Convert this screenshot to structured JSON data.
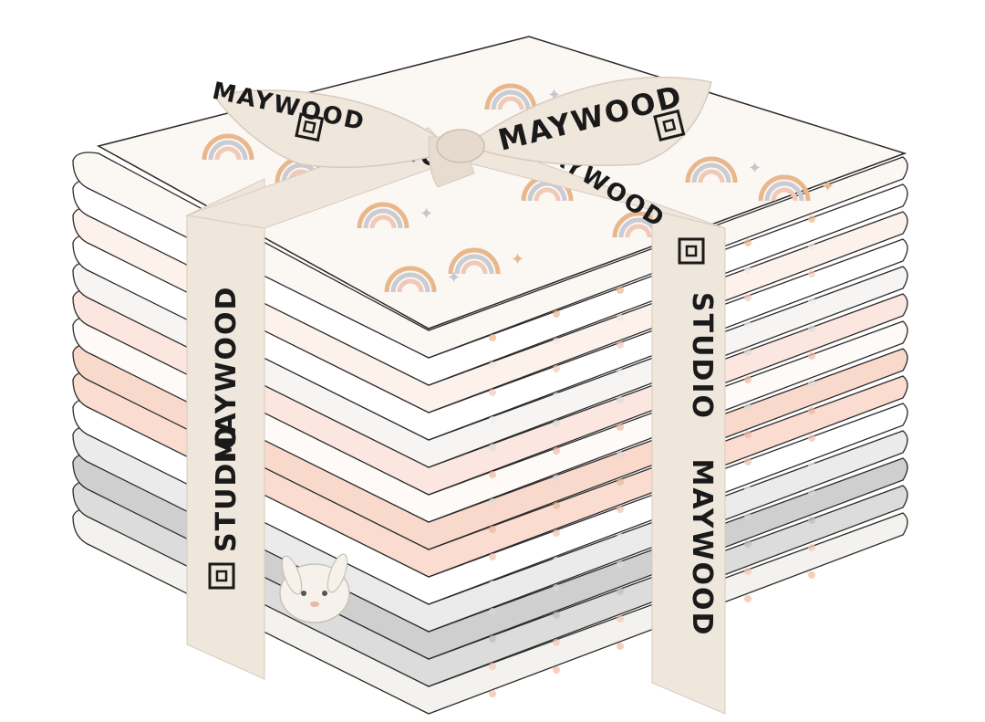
{
  "product": {
    "brand_ribbon": {
      "brand_word": "MAYWOOD",
      "studio_word": "STUDIO"
    },
    "fabric_stack": {
      "bundle_count": 14,
      "fabrics": [
        {
          "name": "rainbow-stars",
          "base": "#fbf7f3",
          "accent": "#e9b78c"
        },
        {
          "name": "white-solid",
          "base": "#ffffff",
          "accent": "#f4e7df"
        },
        {
          "name": "blush-tonal",
          "base": "#fdf1ec",
          "accent": "#f3c9bc"
        },
        {
          "name": "white-tonal",
          "base": "#ffffff",
          "accent": "#eeeeee"
        },
        {
          "name": "gray-watercolor",
          "base": "#f7f5f3",
          "accent": "#d9dcd8"
        },
        {
          "name": "peach-hearts",
          "base": "#fbe7df",
          "accent": "#f0b6a2"
        },
        {
          "name": "white-leaves",
          "base": "#fdfaf8",
          "accent": "#e3dcd6"
        },
        {
          "name": "pink-rainbow",
          "base": "#f9d9cc",
          "accent": "#eab8a2"
        },
        {
          "name": "blush-solid",
          "base": "#fadcd0",
          "accent": "#f1c2b0"
        },
        {
          "name": "white-stars",
          "base": "#ffffff",
          "accent": "#ececec"
        },
        {
          "name": "light-gray",
          "base": "#ebebeb",
          "accent": "#d9d9d9"
        },
        {
          "name": "gray-leaves",
          "base": "#cfcfcf",
          "accent": "#bdbdbd"
        },
        {
          "name": "gray-hearts",
          "base": "#dcdcdc",
          "accent": "#f3c7b2"
        },
        {
          "name": "bunny-panel",
          "base": "#f3f2ef",
          "accent": "#f2b99f"
        }
      ]
    },
    "colors": {
      "ribbon": "#efe6dc",
      "ribbon_edge": "#d8cbbd",
      "ribbon_text": "#1a1a1a",
      "outline": "#2a2a2a"
    }
  }
}
